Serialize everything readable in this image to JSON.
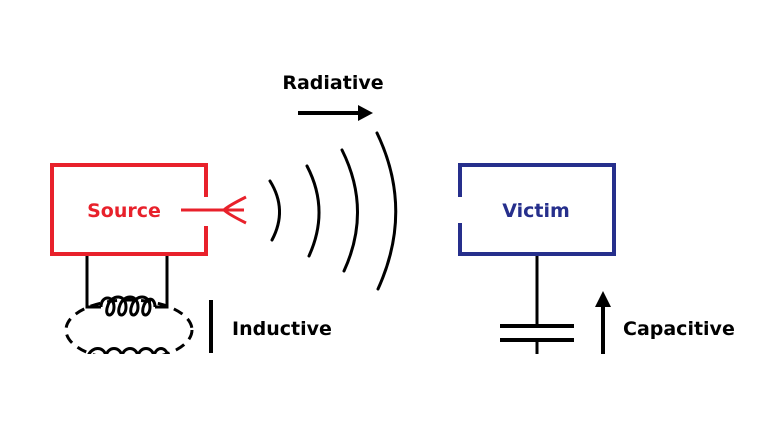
{
  "diagram": {
    "source": {
      "label": "Source",
      "color": "#e8212b"
    },
    "victim": {
      "label": "Victim",
      "color": "#262f8c"
    },
    "couplings": {
      "radiative": "Radiative",
      "inductive": "Inductive",
      "capacitive": "Capacitive"
    },
    "line_color": "#000000"
  }
}
